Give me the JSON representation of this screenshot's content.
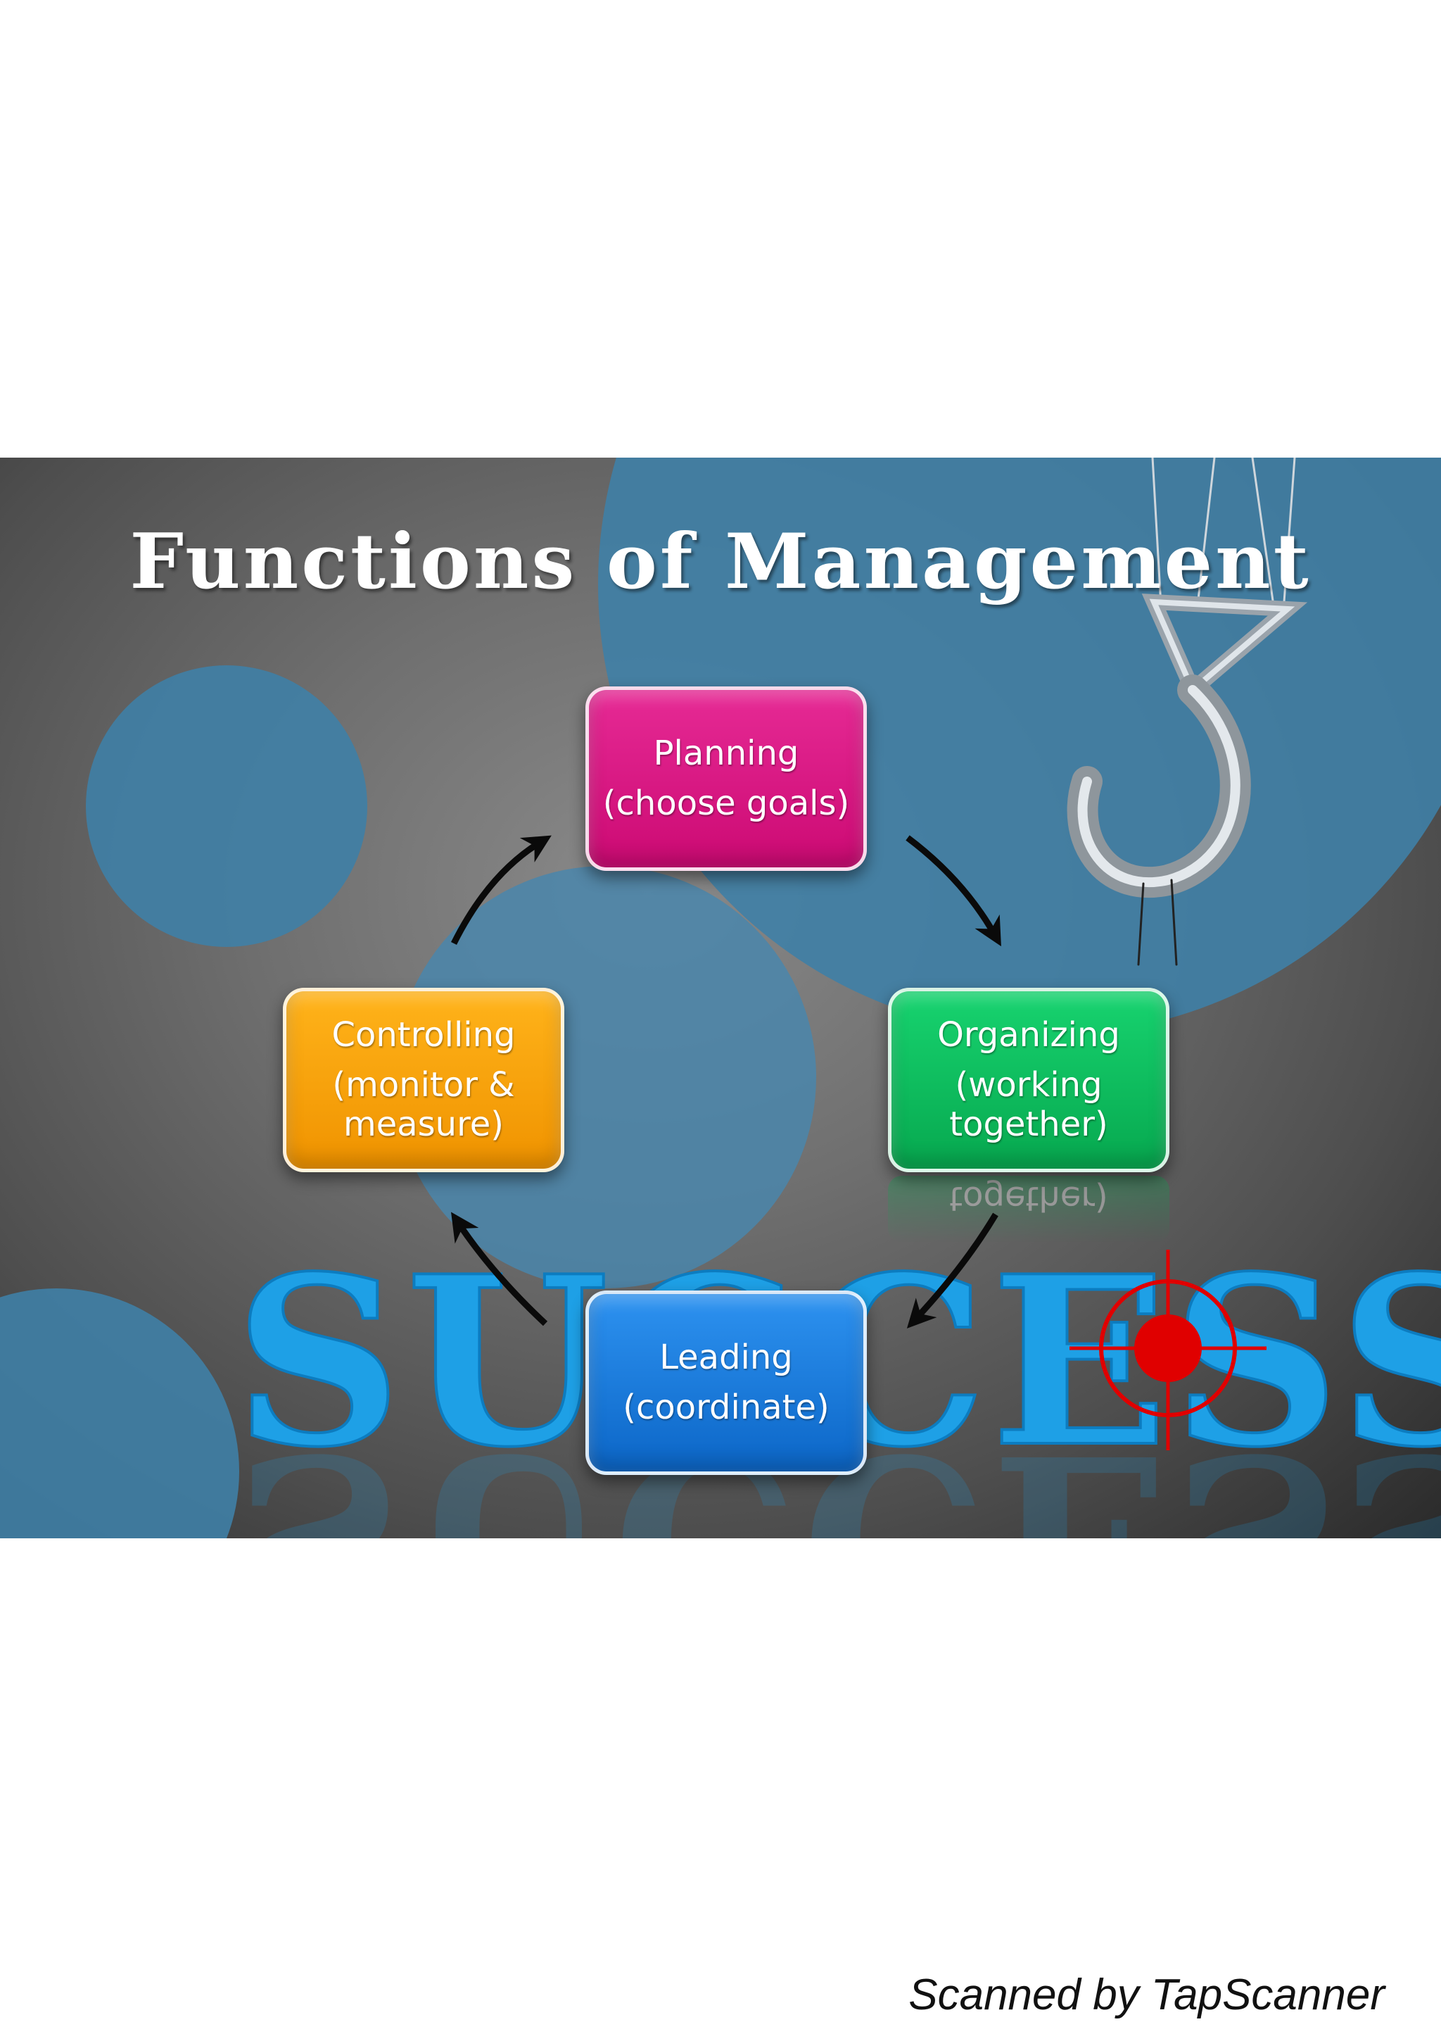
{
  "title": "Functions of Management",
  "boxes": {
    "planning": {
      "line1": "Planning",
      "line2": "(choose goals)"
    },
    "organizing": {
      "line1": "Organizing",
      "line2": "(working",
      "line3": "together)"
    },
    "leading": {
      "line1": "Leading",
      "line2": "(coordinate)"
    },
    "controlling": {
      "line1": "Controlling",
      "line2": "(monitor &",
      "line3": "measure)"
    }
  },
  "reflection_text": "together)",
  "success_word": "SUCCESS",
  "cycle_order": [
    "planning",
    "organizing",
    "leading",
    "controlling"
  ],
  "colors": {
    "planning": "#d81b7f",
    "organizing": "#0cbf5f",
    "leading": "#1a7de0",
    "controlling": "#f8a50c",
    "circles": "#3f7fa6",
    "success_text": "#1ea0e6",
    "target": "#e00000"
  },
  "icons": [
    "crane-hook-icon",
    "target-crosshair-icon"
  ],
  "footer": "Scanned by TapScanner"
}
